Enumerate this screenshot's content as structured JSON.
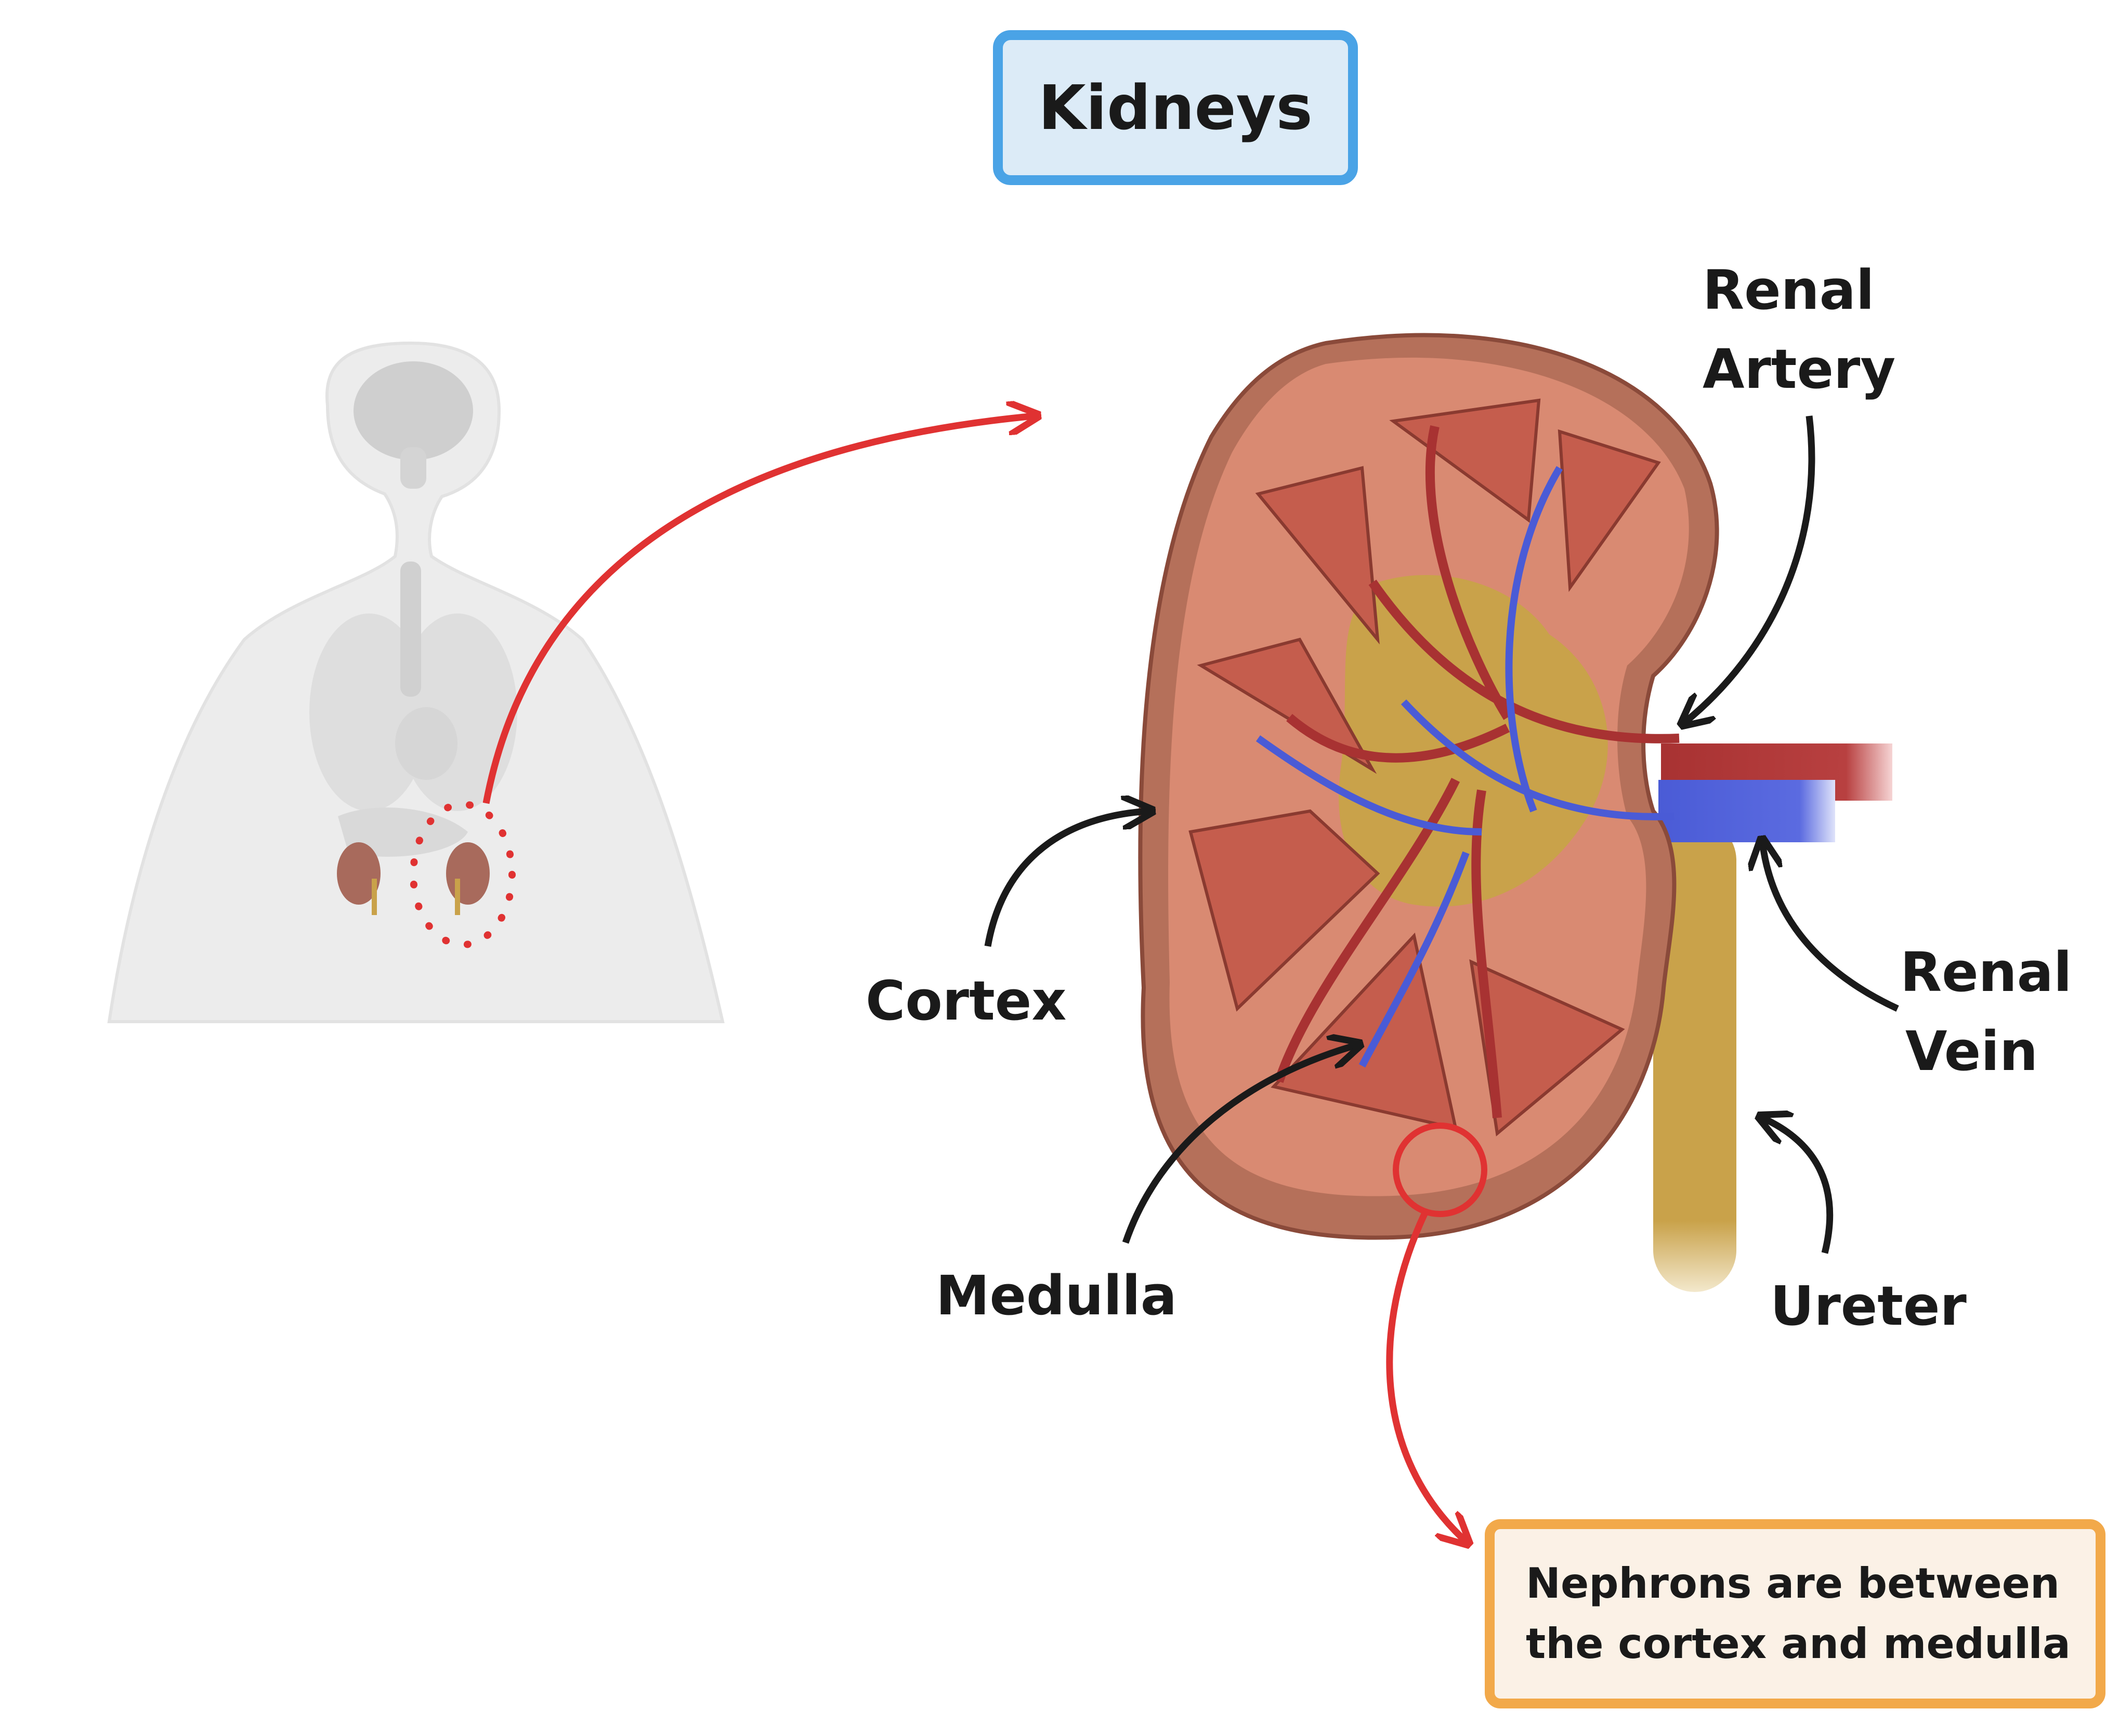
{
  "title": "Kidneys",
  "labels": {
    "renal_artery_line1": "Renal",
    "renal_artery_line2": "Artery",
    "renal_vein_line1": "Renal",
    "renal_vein_line2": "Vein",
    "cortex": "Cortex",
    "medulla": "Medulla",
    "ureter": "Ureter"
  },
  "note": {
    "line1": "Nephrons are between",
    "line2": "the cortex and medulla"
  },
  "colors": {
    "title_border": "#4aa3e6",
    "title_fill": "#dcebf7",
    "note_border": "#f2a94a",
    "note_fill": "#fbf1e6",
    "red_arrow": "#e03232",
    "label_arrow": "#1a1a1a",
    "artery": "#a83232",
    "vein": "#4a5bd6",
    "ureter": "#c9a24a",
    "cortex": "#d98a72",
    "capsule": "#b5705a"
  },
  "icons": [
    "human-body-silhouette",
    "kidney-cross-section"
  ]
}
